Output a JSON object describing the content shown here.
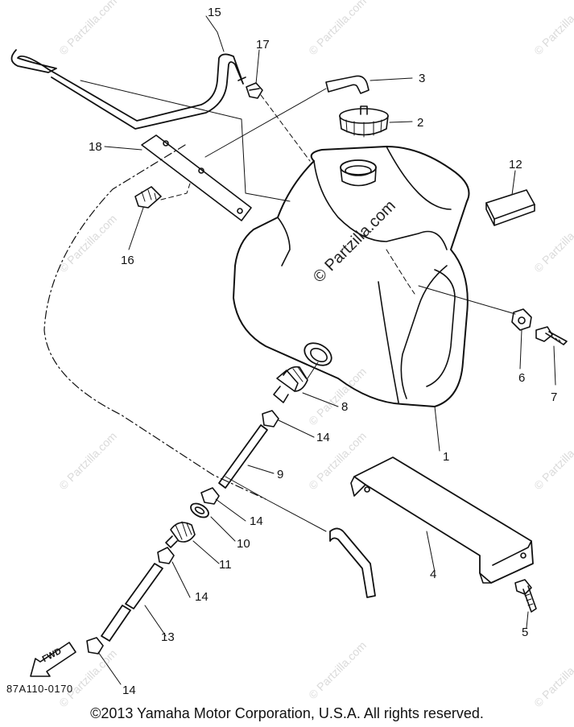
{
  "callouts": [
    "1",
    "2",
    "3",
    "4",
    "5",
    "6",
    "7",
    "8",
    "9",
    "10",
    "11",
    "12",
    "13",
    "14",
    "15",
    "16",
    "17",
    "18"
  ],
  "callout_14": "14",
  "part_code": "87A110-0170",
  "copyright": "©2013  Yamaha Motor Corporation, U.S.A. All rights reserved.",
  "watermark": "© Partzilla.com",
  "fwd_label": "FWD",
  "colors": {
    "ink": "#111111",
    "watermark": "#969696"
  }
}
